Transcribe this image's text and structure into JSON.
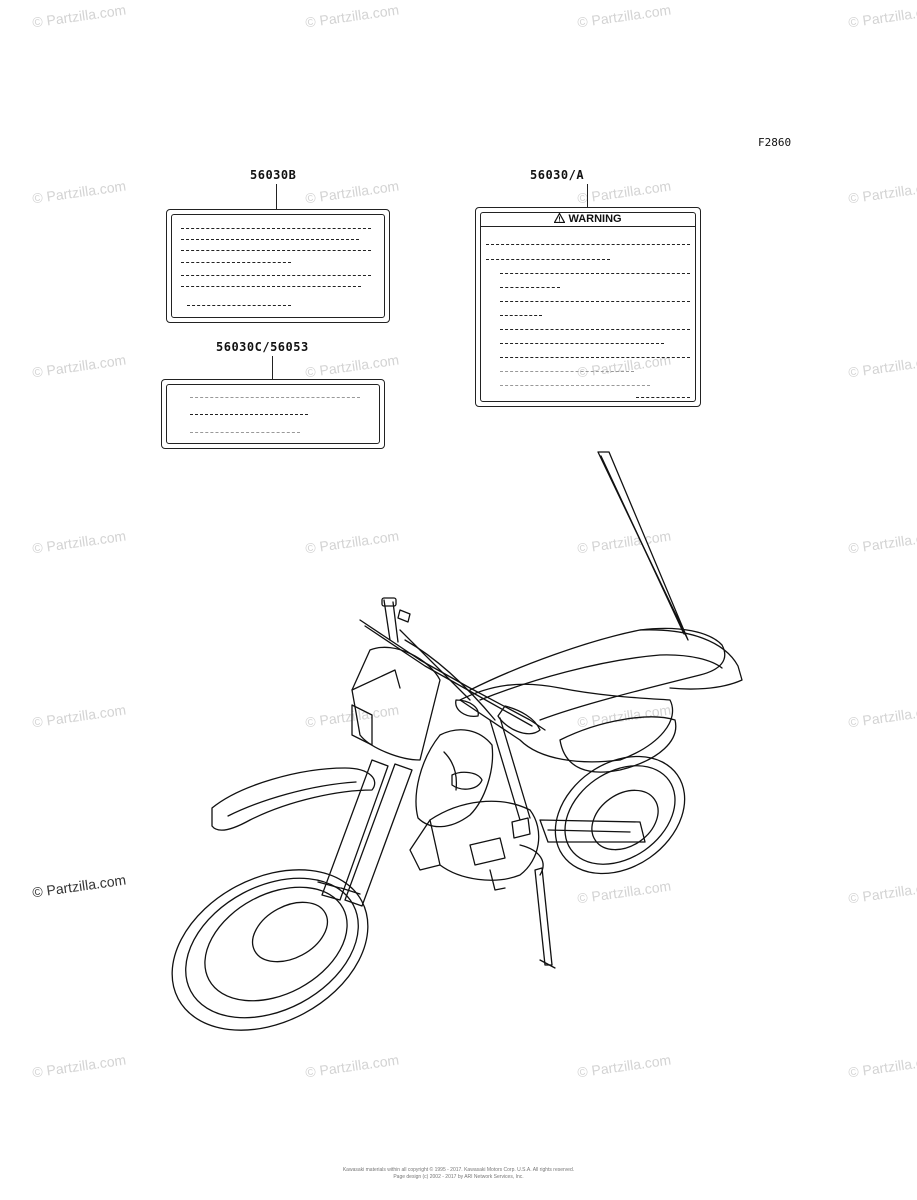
{
  "figure_code": "F2860",
  "watermark": "© Partzilla.com",
  "parts": {
    "label_b": "56030B",
    "label_c": "56030C/56053",
    "label_a": "56030/A"
  },
  "warning_label": {
    "heading": "WARNING",
    "icon": "warning-triangle-icon"
  },
  "footer": {
    "line1": "Kawasaki materials within all copyright © 1995 - 2017. Kawasaki Motors Corp. U.S.A. All rights reserved.",
    "line2": "Page design (c) 2002 - 2017 by ARI Network Services, Inc."
  }
}
